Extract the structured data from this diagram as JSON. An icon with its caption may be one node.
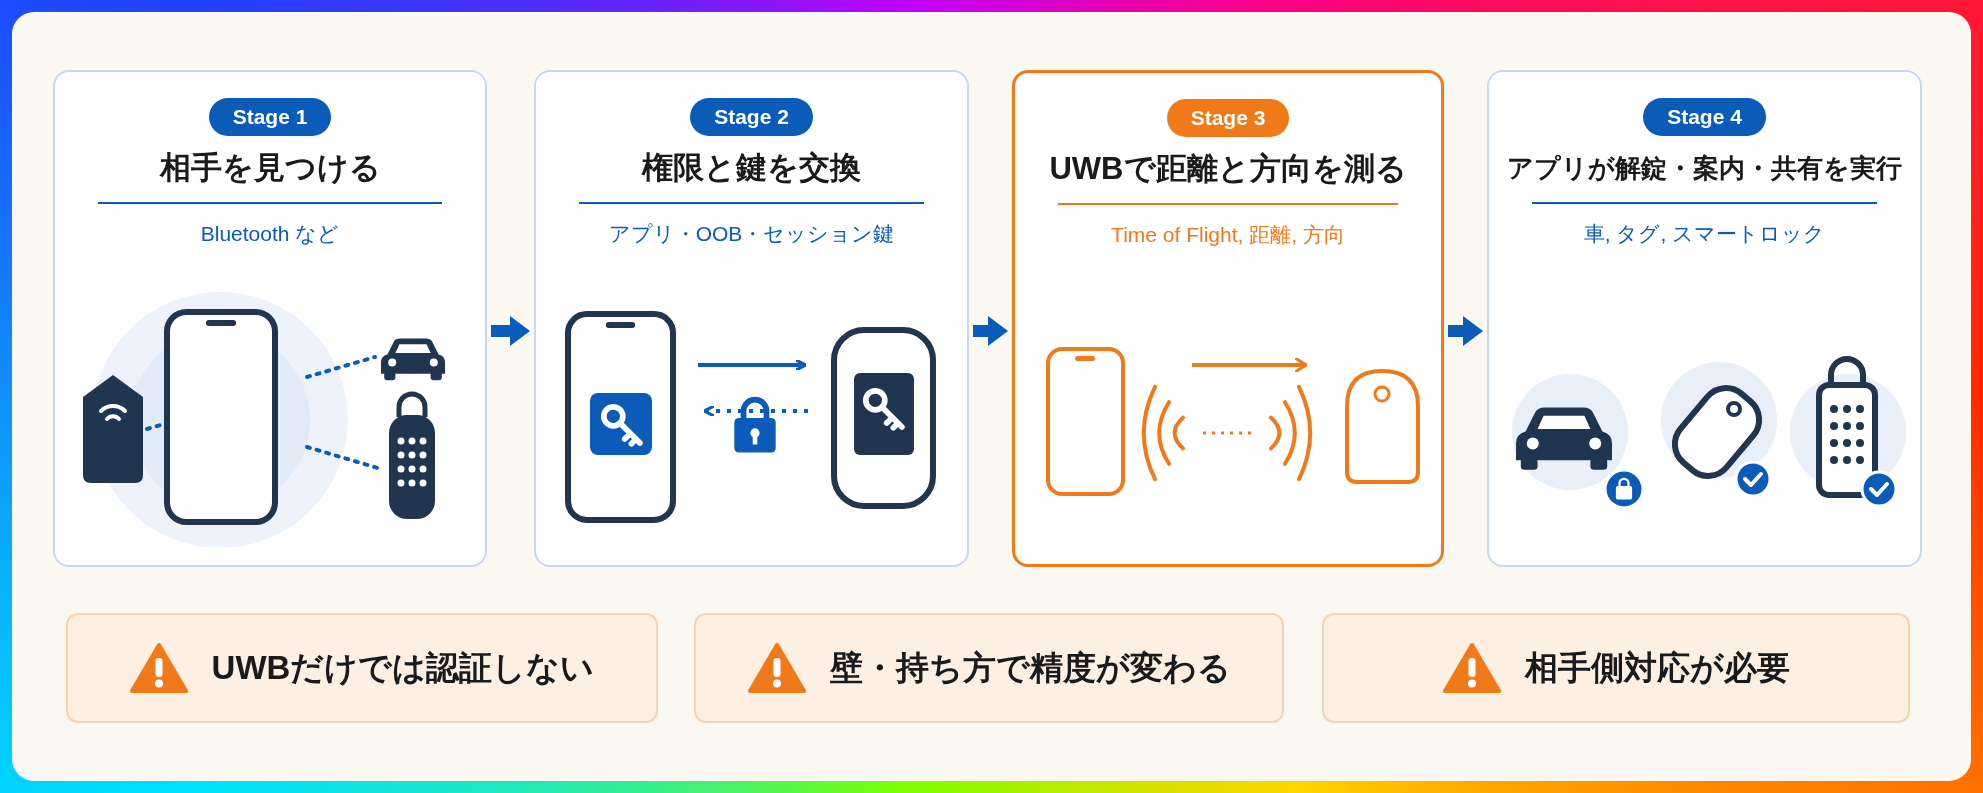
{
  "diagram": {
    "nodes": [
      {
        "text": [
          "Stage 1",
          "相手を見つける",
          "Bluetooth など"
        ]
      },
      {
        "text": [
          "Stage 2",
          "権限と鍵を交換",
          "アプリ・OOB・セッション鍵"
        ]
      },
      {
        "text": [
          "Stage 3",
          "UWBで距離と方向を測る",
          "Time of Flight, 距離, 方向"
        ]
      },
      {
        "text": [
          "Stage 4",
          "アプリが解錠・案内・共有を実行",
          "車, タグ, スマートロック"
        ]
      },
      {
        "text": [
          "UWBだけでは認証しない"
        ]
      },
      {
        "text": [
          "壁・持ち方で精度が変わる"
        ]
      },
      {
        "text": [
          "相手側対応が必要"
        ]
      }
    ],
    "edges": [
      {
        "from": 0,
        "to": 1,
        "arrow": "to"
      },
      {
        "from": 1,
        "to": 2,
        "arrow": "to"
      },
      {
        "from": 2,
        "to": 3,
        "arrow": "to"
      }
    ]
  }
}
